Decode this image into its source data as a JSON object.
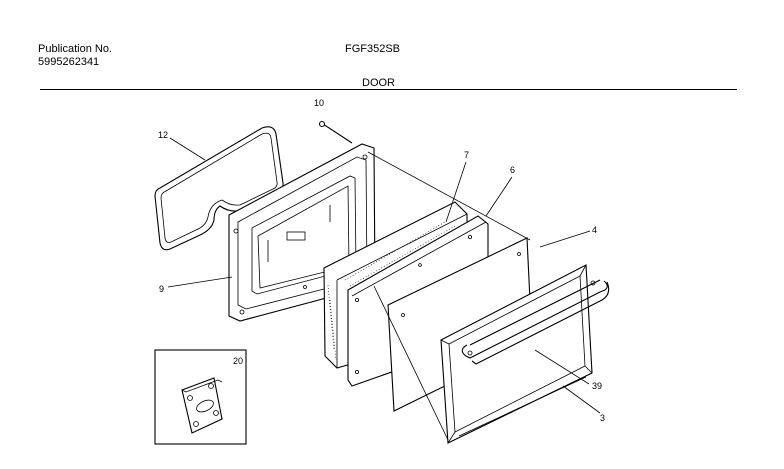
{
  "header": {
    "publication_label": "Publication No.",
    "publication_number": "5995262341",
    "model": "FGF352SB",
    "section": "DOOR"
  },
  "callouts": {
    "c10": "10",
    "c12": "12",
    "c7": "7",
    "c6": "6",
    "c4": "4",
    "c9": "9",
    "c20": "20",
    "c39": "39",
    "c3": "3"
  }
}
